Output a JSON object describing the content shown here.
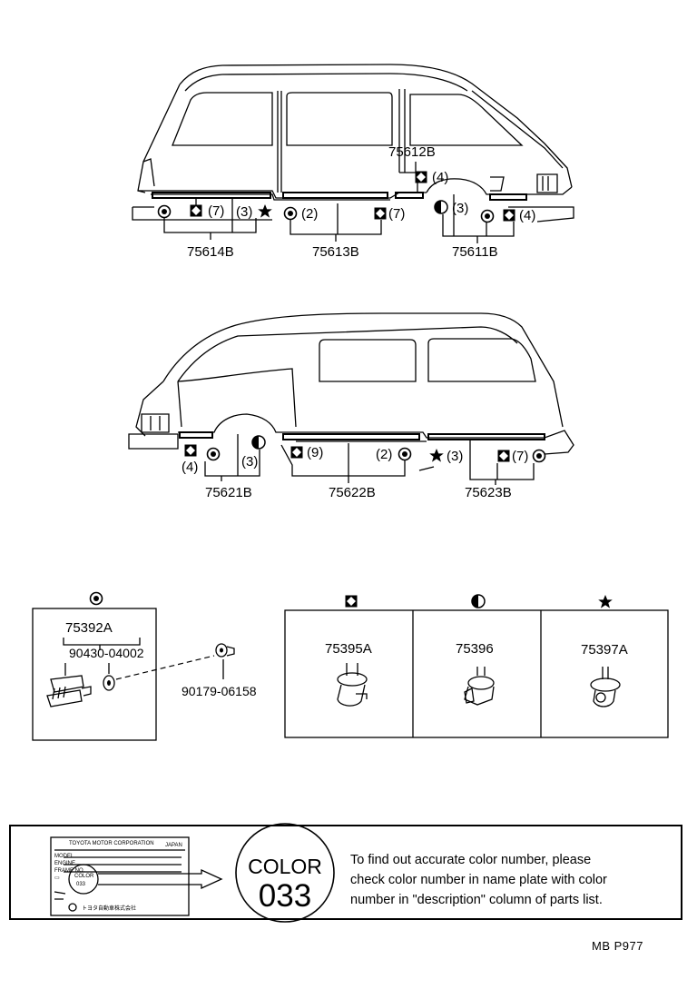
{
  "upper_view": {
    "callouts": {
      "p75612B": "75612B",
      "p75612B_qty": "(4)",
      "p75614B_qty7": "(7)",
      "p75614B_qty3": "(3)",
      "p75613B_qty2": "(2)",
      "p75613B_qty7": "(7)",
      "p75611B_qty3": "(3)",
      "p75611B_qty4": "(4)"
    },
    "parts": [
      "75614B",
      "75613B",
      "75611B"
    ]
  },
  "lower_view": {
    "callouts": {
      "p75621B_qty4": "(4)",
      "p75621B_qty3": "(3)",
      "p75622B_qty9": "(9)",
      "p75622B_qty2": "(2)",
      "p75623B_qty3": "(3)",
      "p75623B_qty7": "(7)"
    },
    "parts": [
      "75621B",
      "75622B",
      "75623B"
    ]
  },
  "fasteners": {
    "nut_group": {
      "part": "75392A",
      "sub_part": "90430-04002",
      "extra_part": "90179-06158"
    },
    "clips": [
      {
        "part": "75395A",
        "symbol": "diamond-square"
      },
      {
        "part": "75396",
        "symbol": "half-circle"
      },
      {
        "part": "75397A",
        "symbol": "star"
      }
    ]
  },
  "color_note": {
    "plate": {
      "maker": "TOYOTA MOTOR CORPORATION",
      "country": "JAPAN",
      "field_model": "MODEL",
      "field_engine": "ENGINE",
      "field_frame": "FRAME NO.",
      "color_label": "COLOR",
      "color_code": "033",
      "footer": "トヨタ自動車株式会社"
    },
    "badge_word": "COLOR",
    "badge_code": "033",
    "lines": [
      "To find out accurate color number, please",
      "check color number in name plate with color",
      "number in \"description\" column of parts list."
    ]
  },
  "page_code": "MB  P977"
}
